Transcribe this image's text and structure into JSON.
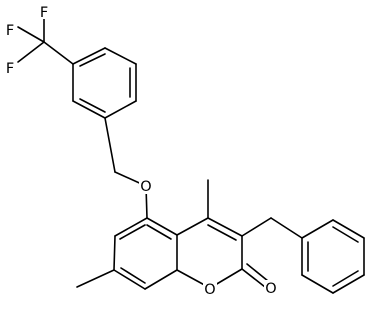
{
  "atoms": [
    {
      "id": "F1",
      "label": "F"
    },
    {
      "id": "F2",
      "label": "F"
    },
    {
      "id": "F3",
      "label": "F"
    },
    {
      "id": "O_ether",
      "label": "O"
    },
    {
      "id": "O_ring",
      "label": "O"
    },
    {
      "id": "O_carbonyl",
      "label": "O"
    }
  ]
}
